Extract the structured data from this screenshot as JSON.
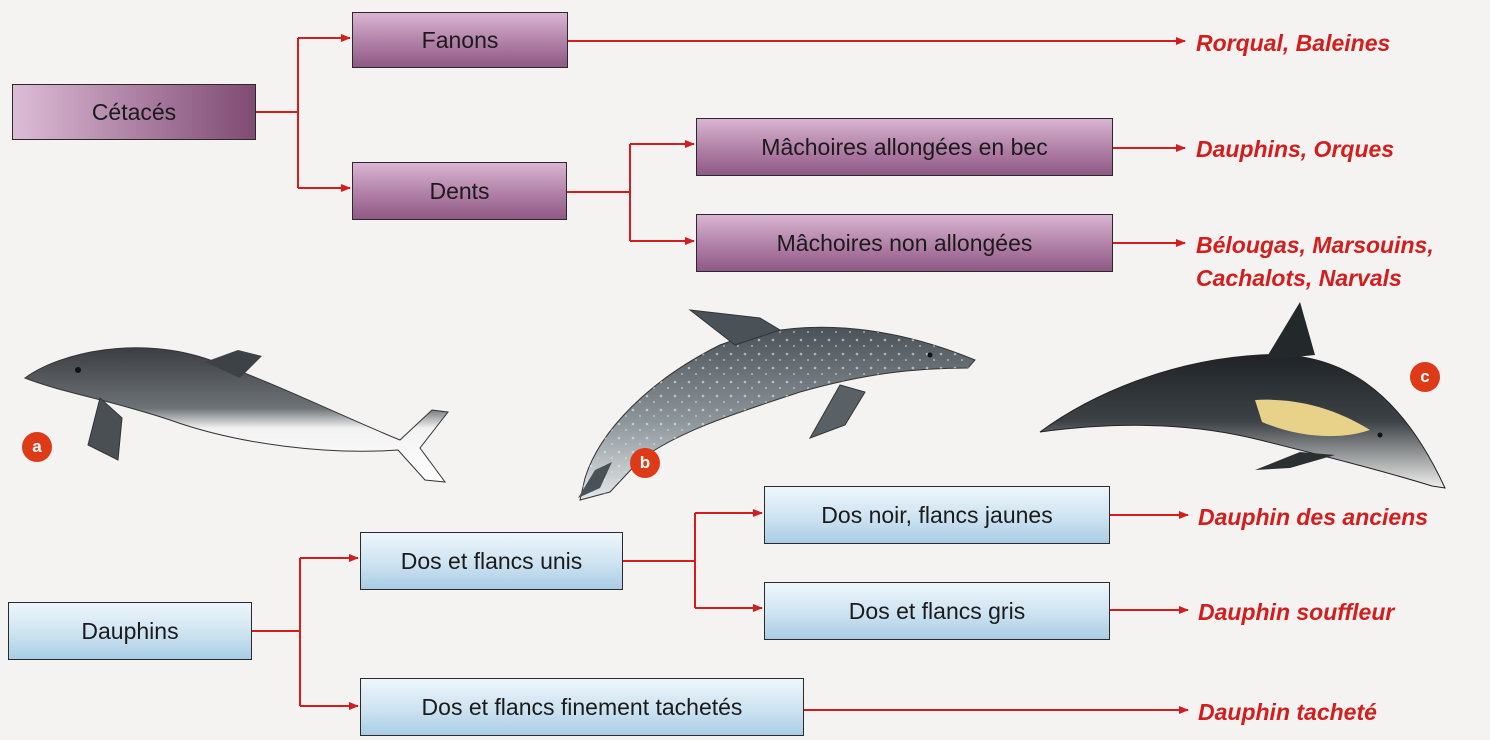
{
  "top_tree": {
    "root": "Cétacés",
    "fanons": "Fanons",
    "dents": "Dents",
    "machoires_bec": "Mâchoires allongées en bec",
    "machoires_non": "Mâchoires non allongées",
    "result_fanons": "Rorqual, Baleines",
    "result_bec": "Dauphins, Orques",
    "result_non_line1": "Bélougas, Marsouins,",
    "result_non_line2": "Cachalots, Narvals"
  },
  "illustrations": {
    "badge_a": "a",
    "badge_b": "b",
    "badge_c": "c"
  },
  "bottom_tree": {
    "root": "Dauphins",
    "unis": "Dos et flancs unis",
    "tachetes": "Dos et flancs finement tachetés",
    "noir_jaunes": "Dos noir, flancs jaunes",
    "gris": "Dos et flancs gris",
    "result_noir": "Dauphin des anciens",
    "result_gris": "Dauphin souffleur",
    "result_tachete": "Dauphin tacheté"
  },
  "colors": {
    "arrow": "#d41d1d",
    "result_text": "#d41d1d",
    "purple_box": "#a8749d",
    "blue_box": "#c4ddee",
    "badge": "#de3a17"
  }
}
